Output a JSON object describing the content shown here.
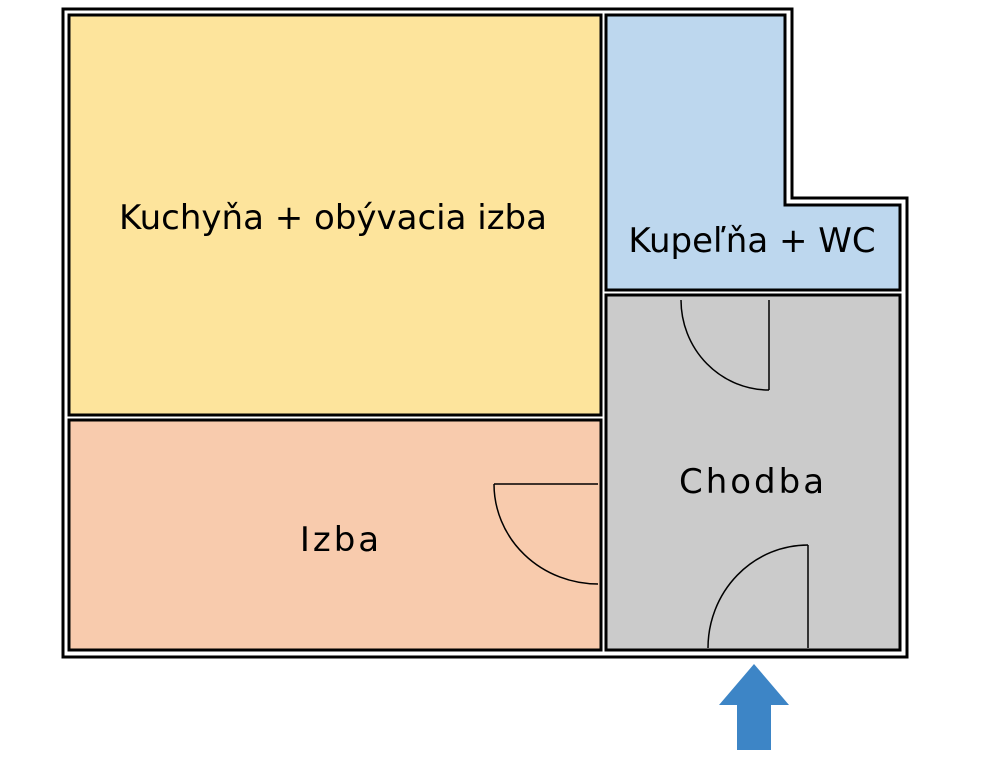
{
  "plan": {
    "colors": {
      "wall": "#000000",
      "kitchen": "#fde49c",
      "room": "#f8cbad",
      "bathroom": "#bdd7ee",
      "hallway": "#cbcbcb",
      "entrance_arrow": "#3d85c6",
      "door": "#000000"
    },
    "rooms": {
      "kitchen_living": {
        "label": "Kuchyňa + obývacia izba"
      },
      "bedroom": {
        "label": "Izba"
      },
      "bathroom": {
        "label": "Kupeľňa + WC"
      },
      "hallway": {
        "label": "Chodba"
      }
    },
    "entrance": {
      "icon": "arrow-up-icon"
    }
  }
}
